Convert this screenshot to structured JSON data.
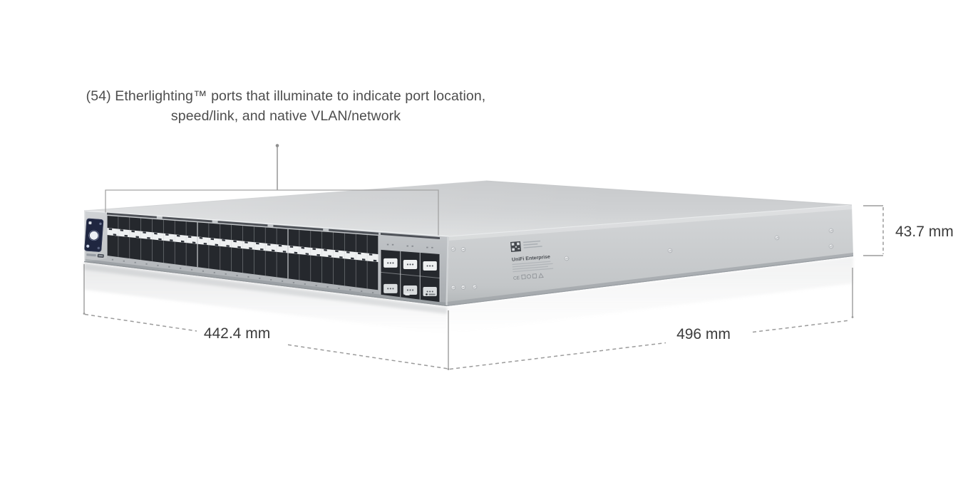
{
  "callout": {
    "line1": "(54) Etherlighting™ ports that illuminate to indicate port location,",
    "line2": "speed/link, and native VLAN/network"
  },
  "dimensions": {
    "width": "442.4 mm",
    "depth": "496 mm",
    "height": "43.7 mm"
  },
  "device": {
    "side_label": {
      "brand": "UniFi Enterprise",
      "cert_text": "CE"
    },
    "ports": {
      "etherlighting_total": 54,
      "sfp_columns": 24,
      "sfp_rows": 2,
      "aggregation_columns": 3,
      "aggregation_rows": 2
    }
  },
  "colors": {
    "chassis_light": "#d6d8d9",
    "chassis_mid": "#c3c6c8",
    "port_dark": "#25282d",
    "latch_white": "#eef0f1",
    "display_navy": "#1f2640",
    "annotation_gray": "#9b9b9b",
    "text_gray": "#4d4d4d"
  }
}
